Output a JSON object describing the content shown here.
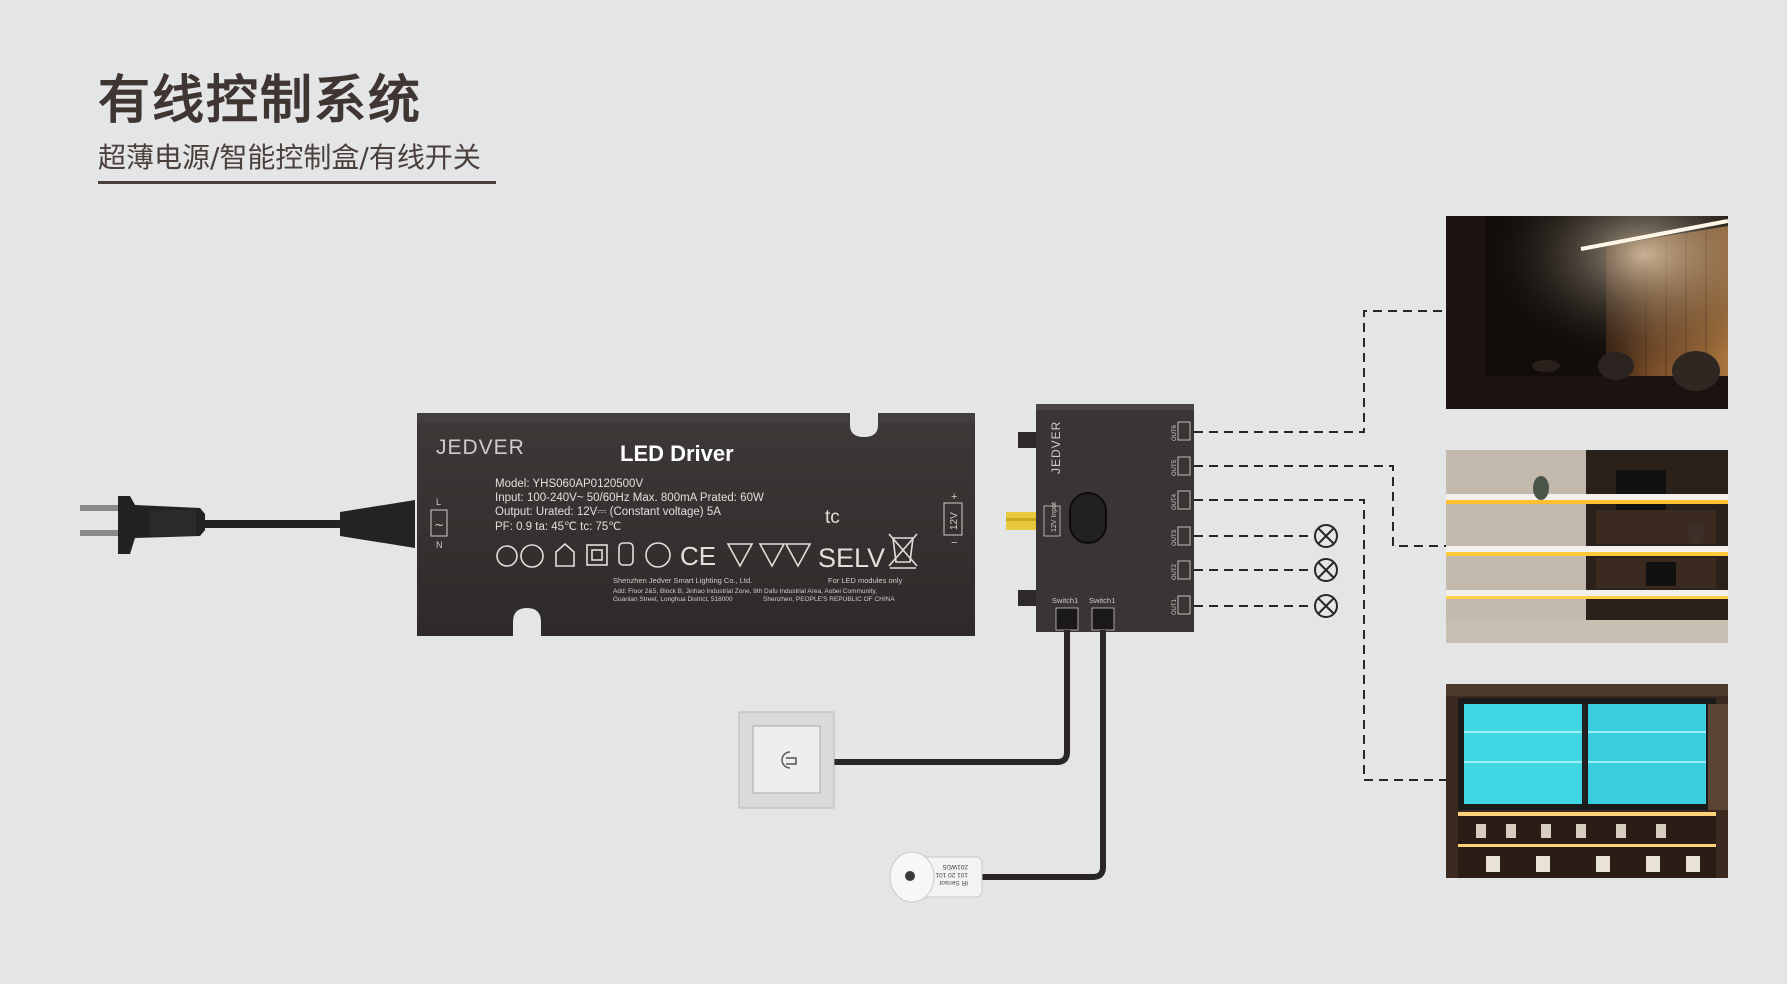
{
  "header": {
    "title": "有线控制系统",
    "subtitle": "超薄电源/智能控制盒/有线开关"
  },
  "driver": {
    "brand": "JEDVER",
    "product": "LED Driver",
    "spec_lines": [
      "Model: YHS060AP0120500V",
      "Input: 100-240V~  50/60Hz Max. 800mA  Prated: 60W",
      "Output: Urated:  12V⎓   (Constant voltage)    5A",
      "PF: 0.9  ta: 45℃   tc: 75℃"
    ],
    "tc_mark": "tc",
    "ce_mark": "CE",
    "selv": "SELV",
    "terminal_l": "L",
    "terminal_n": "N",
    "output_label": "12V",
    "company_line1": "Shenzhen Jedver Smart Lighting Co., Ltd.",
    "company_line2": "Add: Floor 2&5, Block B, Jinhao Industrial Zone, 9th Dafu Industrial Area, Aobei Community,",
    "company_line3": "Guanlan Street, Longhua District, 518000",
    "note1": "For LED modules only",
    "note2": "Shenzhen, PEOPLE'S REPUBLIC OF CHINA"
  },
  "control_box": {
    "brand": "JEDVER",
    "input_label": "12V Input",
    "outputs": [
      "OUT6",
      "OUT5",
      "OUT4",
      "OUT3",
      "OUT2",
      "OUT1"
    ],
    "switch_labels": [
      "Switch1",
      "Switch1"
    ]
  },
  "sensor": {
    "label_line1": "IR Sensor",
    "label_line2": "101 20 101",
    "label_line3": "201WD5"
  },
  "colors": {
    "device": "#363231",
    "wire": "#2a2626",
    "accent": "#e8c93c",
    "title": "#3f3633"
  }
}
